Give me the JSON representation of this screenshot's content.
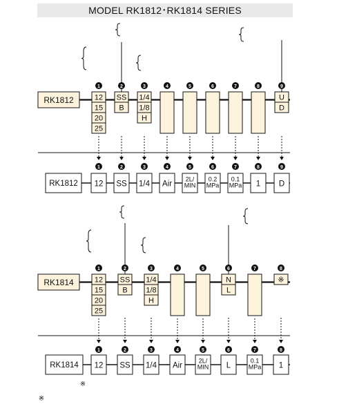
{
  "title": "MODEL RK1812･RK1814 SERIES",
  "colors": {
    "cream": "#fdf3dc",
    "line": "#111111",
    "model_box": "#fdf3dc"
  },
  "sections": [
    {
      "model": "RK1812",
      "numbers": [
        "1",
        "2",
        "3",
        "4",
        "5",
        "6",
        "7",
        "8",
        "9"
      ],
      "selector_columns": [
        {
          "options": [
            "12",
            "15",
            "20",
            "25"
          ]
        },
        {
          "options": [
            "SS",
            "B"
          ]
        },
        {
          "options": [
            "1/4",
            "1/8",
            "H"
          ]
        },
        {
          "options": []
        },
        {
          "options": []
        },
        {
          "options": []
        },
        {
          "options": []
        },
        {
          "options": []
        },
        {
          "options": [
            "U",
            "D"
          ]
        }
      ],
      "example": {
        "model": "RK1812",
        "values": [
          "12",
          "SS",
          "1/4",
          "Air",
          "2L/\nMIN",
          "0.2\nMPa",
          "0.1\nMPa",
          "1",
          "D"
        ]
      }
    },
    {
      "model": "RK1814",
      "numbers": [
        "1",
        "2",
        "3",
        "4",
        "5",
        "6",
        "7",
        "8"
      ],
      "selector_columns": [
        {
          "options": [
            "12",
            "15",
            "20",
            "25"
          ]
        },
        {
          "options": [
            "SS",
            "B"
          ]
        },
        {
          "options": [
            "1/4",
            "1/8",
            "H"
          ]
        },
        {
          "options": []
        },
        {
          "options": []
        },
        {
          "options": [
            "N",
            "L"
          ]
        },
        {
          "options": []
        },
        {
          "options": [
            "※"
          ]
        }
      ],
      "example": {
        "model": "RK1814",
        "values": [
          "12",
          "SS",
          "1/4",
          "Air",
          "2L/\nMIN",
          "L",
          "0.1\nMPa",
          "1"
        ]
      }
    }
  ],
  "footnote_mark": "※",
  "note_mark": "※"
}
